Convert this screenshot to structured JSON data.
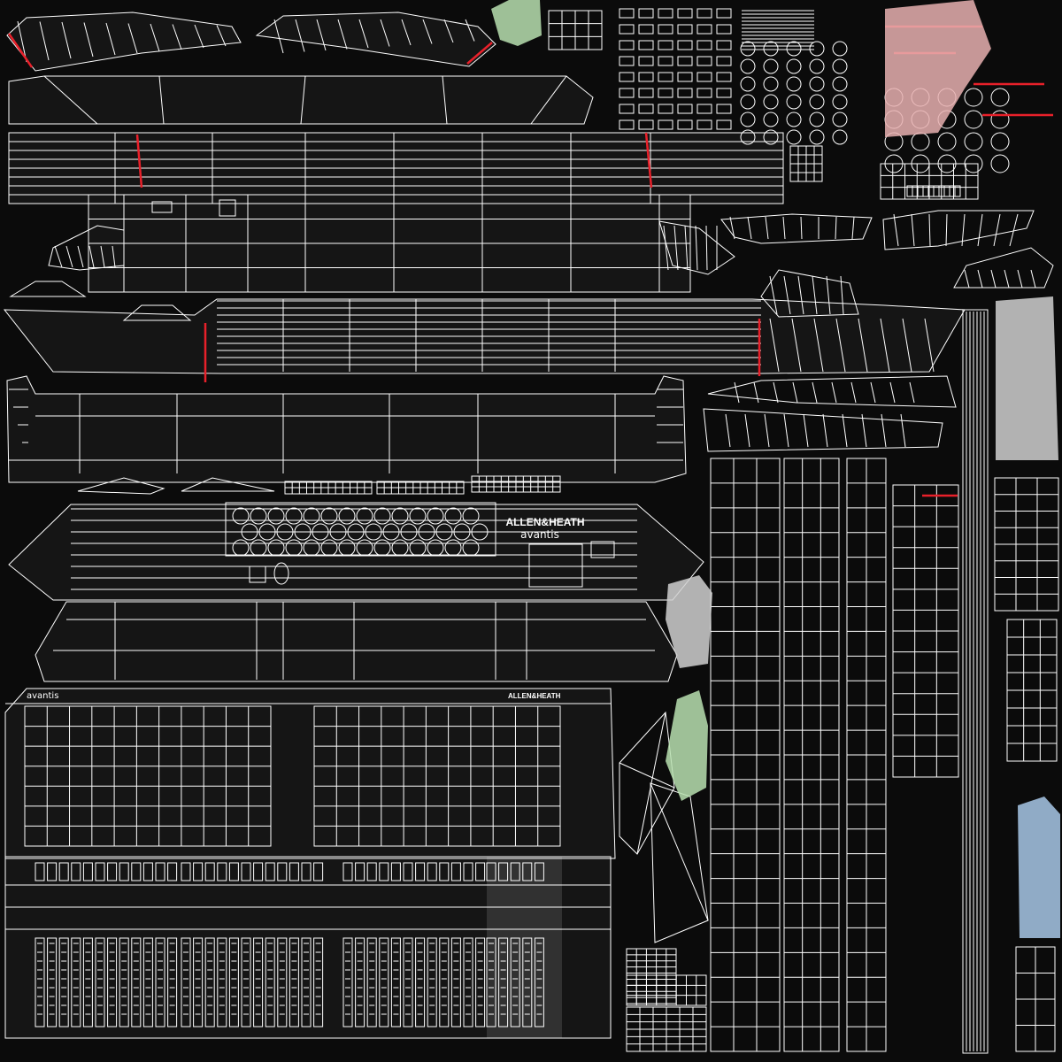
{
  "texture": {
    "background_color": "#0b0b0b",
    "wire_color": "#ffffff",
    "seam_color": "#e8202a",
    "shell_color": "#151515",
    "island_fill_colors": [
      "#b8e0b0",
      "#a8c8e8",
      "#e8b0b0",
      "#d0d0d0"
    ]
  },
  "labels": {
    "brand_main": "ALLEN&HEATH",
    "brand_sub": "avantis",
    "brand_top_left": "avantis",
    "brand_top_right": "ALLEN&HEATH"
  }
}
